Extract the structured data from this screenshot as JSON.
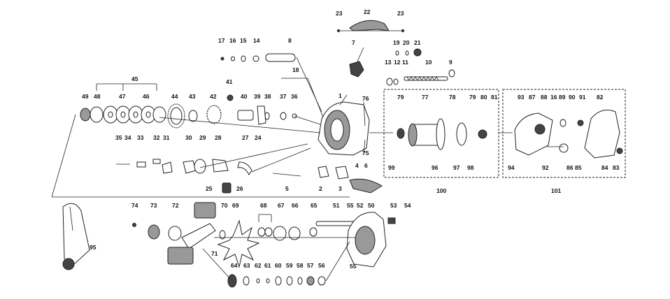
{
  "labels": {
    "l1": "1",
    "l2": "2",
    "l3": "3",
    "l4": "4",
    "l5": "5",
    "l6": "6",
    "l7": "7",
    "l8": "8",
    "l9": "9",
    "l10": "10",
    "l11": "11",
    "l12": "12",
    "l13": "13",
    "l14": "14",
    "l15": "15",
    "l16": "16",
    "l17": "17",
    "l18": "18",
    "l19": "19",
    "l20": "20",
    "l21": "21",
    "l22": "22",
    "l23a": "23",
    "l23b": "23",
    "l24": "24",
    "l25": "25",
    "l26": "26",
    "l27": "27",
    "l28": "28",
    "l29": "29",
    "l30": "30",
    "l31": "31",
    "l32": "32",
    "l33": "33",
    "l34": "34",
    "l35": "35",
    "l36": "36",
    "l37": "37",
    "l38": "38",
    "l39": "39",
    "l40": "40",
    "l41": "41",
    "l42": "42",
    "l43": "43",
    "l44": "44",
    "l45": "45",
    "l46": "46",
    "l47": "47",
    "l48": "48",
    "l49": "49",
    "l50": "50",
    "l51": "51",
    "l52": "52",
    "l53": "53",
    "l54": "54",
    "l55a": "55",
    "l55b": "55",
    "l56": "56",
    "l57": "57",
    "l58": "58",
    "l59": "59",
    "l60": "60",
    "l61": "61",
    "l62": "62",
    "l63": "63",
    "l64": "64",
    "l65": "65",
    "l66": "66",
    "l67": "67",
    "l68": "68",
    "l69": "69",
    "l70": "70",
    "l71": "71",
    "l72": "72",
    "l73": "73",
    "l74": "74",
    "l75": "75",
    "l76": "76",
    "l77": "77",
    "l78": "78",
    "l79a": "79",
    "l79b": "79",
    "l80": "80",
    "l81": "81",
    "l82": "82",
    "l83": "83",
    "l84": "84",
    "l85": "85",
    "l86": "86",
    "l87": "87",
    "l88": "88",
    "l89": "89",
    "l90": "90",
    "l91": "91",
    "l92": "92",
    "l93": "93",
    "l94": "94",
    "l95": "95",
    "l96": "96",
    "l97": "97",
    "l98": "98",
    "l99": "99",
    "l100": "100",
    "l101": "101",
    "l16b": "16"
  }
}
